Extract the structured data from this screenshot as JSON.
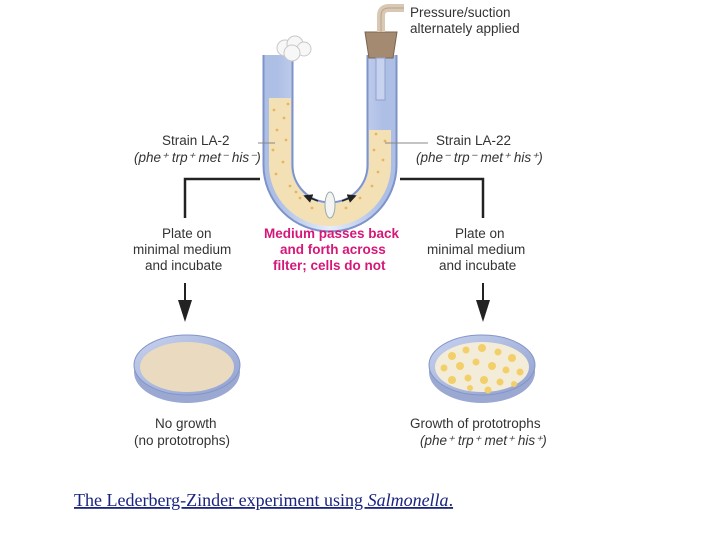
{
  "labels": {
    "pressure_line1": "Pressure/suction",
    "pressure_line2": "alternately applied",
    "strain_left_name": "Strain LA-2",
    "strain_left_geno": "(phe⁺ trp⁺ met⁻ his⁻)",
    "strain_right_name": "Strain LA-22",
    "strain_right_geno": "(phe⁻ trp⁻ met⁺ his⁺)",
    "plate_left_1": "Plate on",
    "plate_left_2": "minimal medium",
    "plate_left_3": "and incubate",
    "plate_right_1": "Plate on",
    "plate_right_2": "minimal medium",
    "plate_right_3": "and incubate",
    "medium_1": "Medium passes back",
    "medium_2": "and forth across",
    "medium_3": "filter; cells do not",
    "result_left_1": "No growth",
    "result_left_2": "(no prototrophs)",
    "result_right_1": "Growth of prototrophs",
    "result_right_2": "(phe⁺ trp⁺ met⁺ his⁺)"
  },
  "caption": {
    "prefix": "The Lederberg-Zinder experiment using ",
    "organism": "Salmonella",
    "suffix": "."
  },
  "colors": {
    "medium": "#f3e1b5",
    "magenta": "#d6177a",
    "tube_glass": "#c9d6ee",
    "plate_empty": "#eadbc0",
    "colony": "#f3cf6a",
    "stopper": "#a58a72"
  }
}
